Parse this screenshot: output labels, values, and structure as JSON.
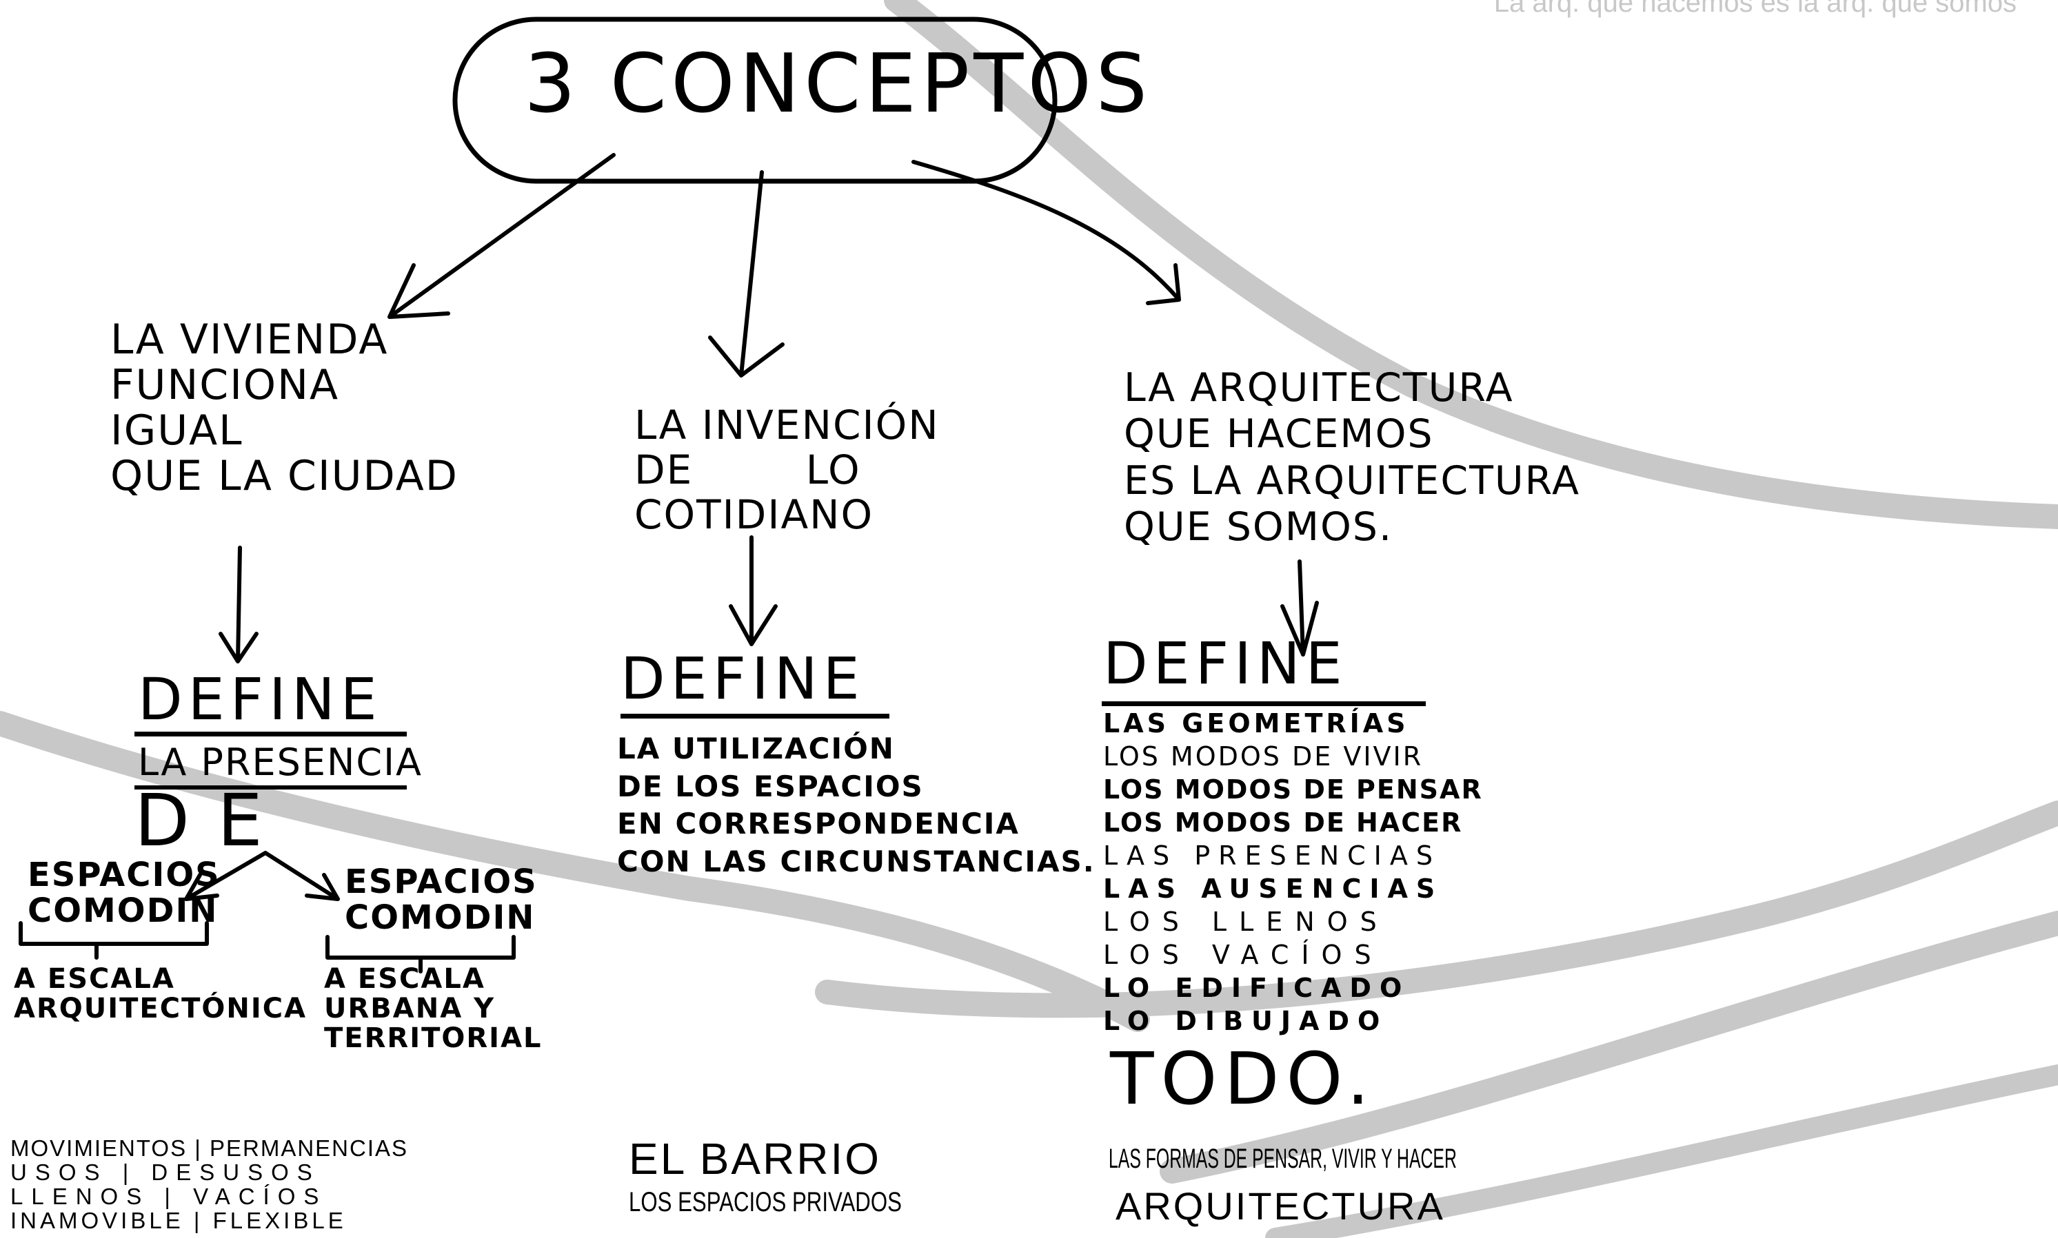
{
  "top_note": "La arq. que hacemos es la arq. que somos",
  "title": "3 CONCEPTOS",
  "concepts": [
    {
      "statement": "LA VIVIENDA\nFUNCIONA\nIGUAL\nQUE LA CIUDAD",
      "define": "DEFINE",
      "result_line1": "LA PRESENCIA",
      "result_line2": "DE",
      "left_branch": {
        "title": "ESPACIOS\nCOMODIN",
        "scale": "A ESCALA\nARQUITECTÓNICA"
      },
      "right_branch": {
        "title": "ESPACIOS\nCOMODIN",
        "scale": "A ESCALA\nURBANA Y\nTERRITORIAL"
      },
      "caption_lines": [
        "MOVIMIENTOS | PERMANENCIAS",
        "USOS | DESUSOS",
        "LLENOS | VACÍOS",
        "INAMOVIBLE | FLEXIBLE"
      ]
    },
    {
      "statement": "LA INVENCIÓN\nDE        LO\nCOTIDIANO",
      "define": "DEFINE",
      "result": "LA UTILIZACIÓN\nDE LOS ESPACIOS\nEN CORRESPONDENCIA\nCON LAS CIRCUNSTANCIAS.",
      "caption_title": "EL BARRIO",
      "caption_sub": "LOS ESPACIOS PRIVADOS"
    },
    {
      "statement": "LA ARQUITECTURA\nQUE HACEMOS\nES LA ARQUITECTURA\nQUE SOMOS.",
      "define": "DEFINE",
      "list": [
        "LAS GEOMETRÍAS",
        "LOS MODOS DE VIVIR",
        "LOS MODOS DE PENSAR",
        "LOS MODOS DE HACER",
        "LAS PRESENCIAS",
        "LAS AUSENCIAS",
        "LOS LLENOS",
        "LOS VACÍOS",
        "LO EDIFICADO",
        "LO DIBUJADO"
      ],
      "total": "TODO.",
      "caption_sub": "LAS FORMAS DE PENSAR, VIVIR Y HACER",
      "caption_title": "ARQUITECTURA"
    }
  ]
}
